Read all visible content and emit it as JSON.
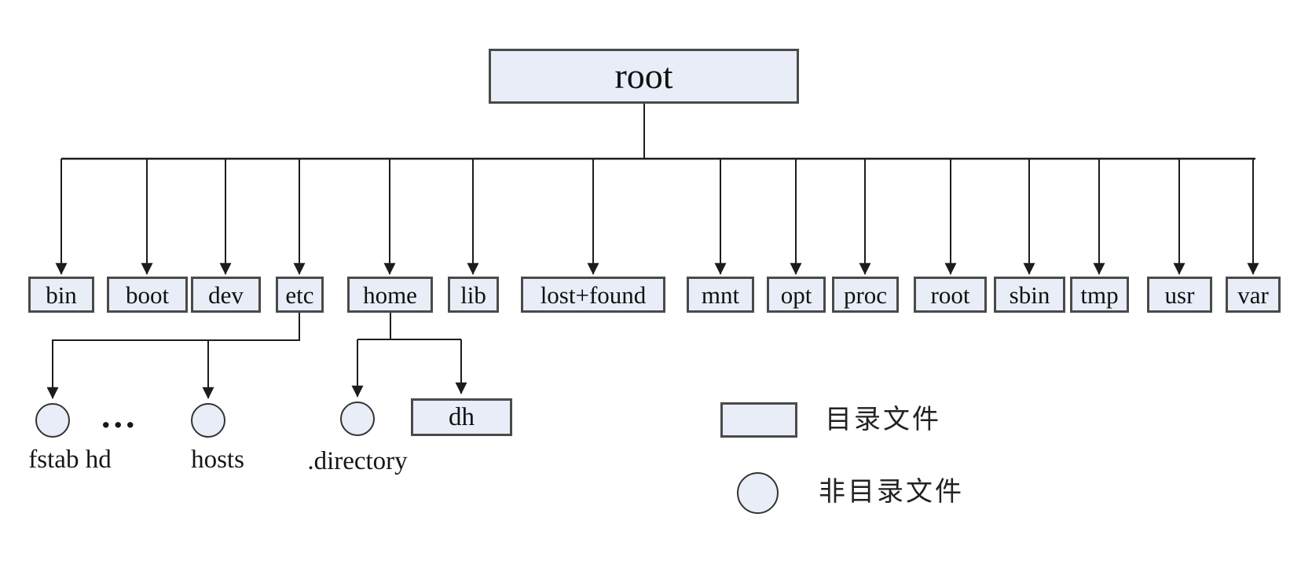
{
  "tree": {
    "root": {
      "label": "root"
    },
    "children": [
      {
        "label": "bin"
      },
      {
        "label": "boot"
      },
      {
        "label": "dev"
      },
      {
        "label": "etc"
      },
      {
        "label": "home"
      },
      {
        "label": "lib"
      },
      {
        "label": "lost+found"
      },
      {
        "label": "mnt"
      },
      {
        "label": "opt"
      },
      {
        "label": "proc"
      },
      {
        "label": "root"
      },
      {
        "label": "sbin"
      },
      {
        "label": "tmp"
      },
      {
        "label": "usr"
      },
      {
        "label": "var"
      }
    ],
    "etc_branch": {
      "ellipsis": "...",
      "files": [
        {
          "label": "fstab hd"
        },
        {
          "label": "hosts"
        }
      ]
    },
    "home_branch": {
      "file": {
        "label": ".directory"
      },
      "dir": {
        "label": "dh"
      }
    }
  },
  "legend": {
    "directory_label": "目录文件",
    "non_directory_label": "非目录文件"
  },
  "colors": {
    "node_fill": "#e8edf7",
    "node_border": "#4a4a4a",
    "line": "#1c1c1c",
    "background": "#ffffff"
  }
}
